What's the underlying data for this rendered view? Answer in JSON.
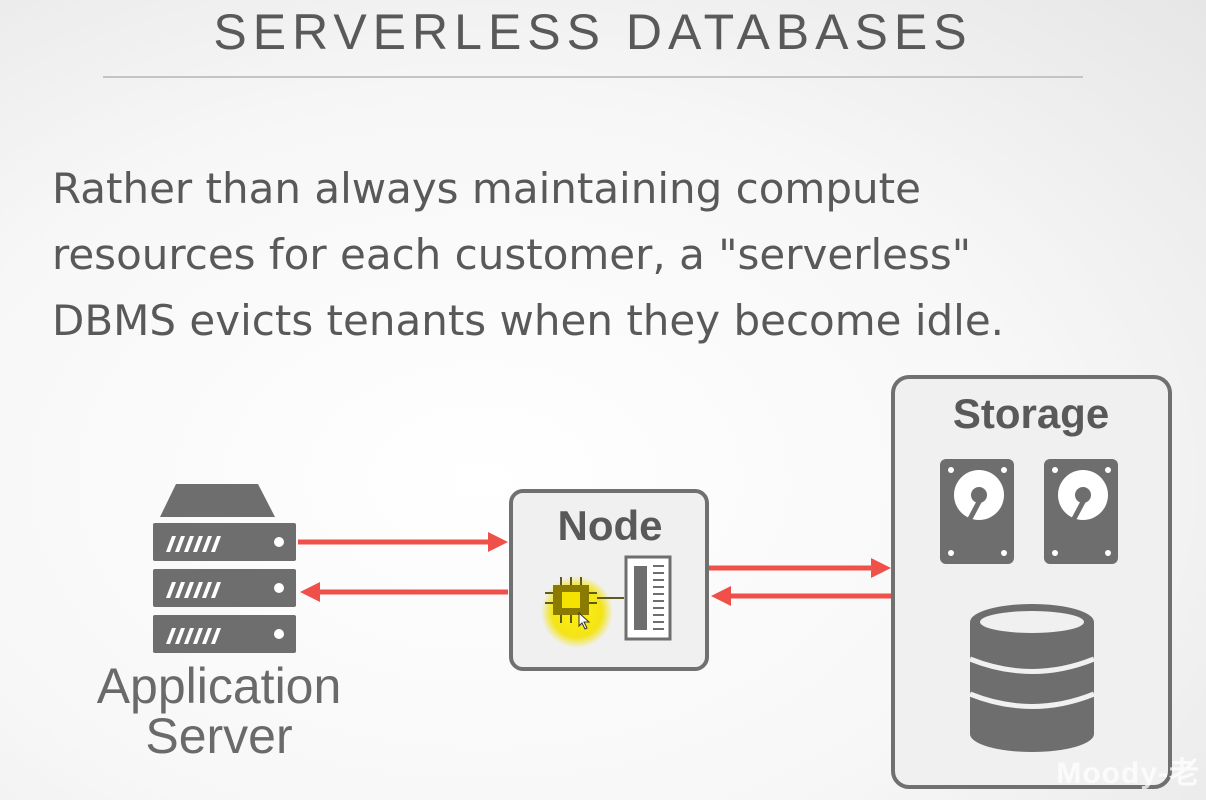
{
  "slide": {
    "title": "SERVERLESS DATABASES",
    "body_lines": [
      "Rather than always maintaining compute",
      "resources for each customer, a \"serverless\"",
      "DBMS evicts tenants when they become idle."
    ]
  },
  "diagram": {
    "app_server_label_line1": "Application",
    "app_server_label_line2": "Server",
    "node_label": "Node",
    "storage_label": "Storage",
    "icons": [
      "server-rack-icon",
      "cpu-chip-icon",
      "memory-module-icon",
      "hard-drive-icon",
      "database-icon"
    ],
    "colors": {
      "arrow": "#f0504a",
      "icon_gray": "#6e6e6e",
      "box_border": "#707070",
      "box_fill": "#f0f0f0",
      "cursor_highlight": "#f4e200",
      "chip": "#8a7a00"
    }
  },
  "watermark": "Moody-老"
}
